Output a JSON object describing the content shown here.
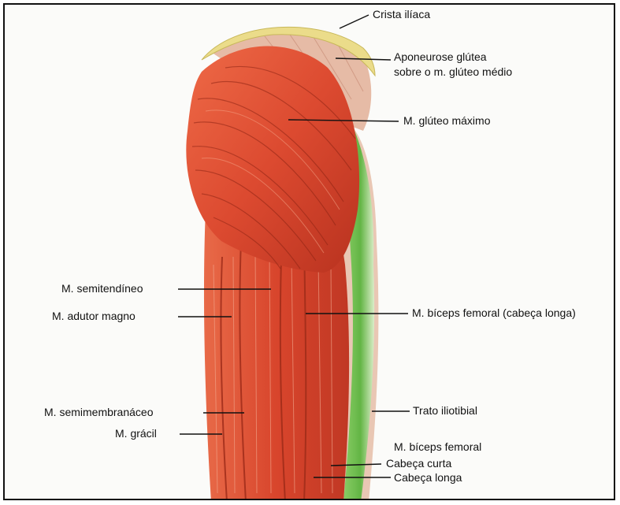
{
  "labels": {
    "crista_iliaca": "Crista ilíaca",
    "aponeurose_1": "Aponeurose glútea",
    "aponeurose_2": "sobre o m. glúteo médio",
    "gluteo_maximo": "M. glúteo máximo",
    "semitendineo": "M. semitendíneo",
    "adutor_magno": "M. adutor magno",
    "biceps_longa": "M. bíceps femoral (cabeça longa)",
    "semimembranaceo": "M. semimembranáceo",
    "gracil": "M. grácil",
    "trato_iliotibial": "Trato iliotibial",
    "biceps_femoral": "M. bíceps femoral",
    "cabeca_curta": "Cabeça curta",
    "cabeca_longa": "Cabeça longa"
  },
  "colors": {
    "muscle": "#d9432c",
    "muscle_dark": "#b42b1c",
    "fascia": "#e8c0a8",
    "tract": "#6cc24a",
    "crest": "#e9dc86"
  }
}
